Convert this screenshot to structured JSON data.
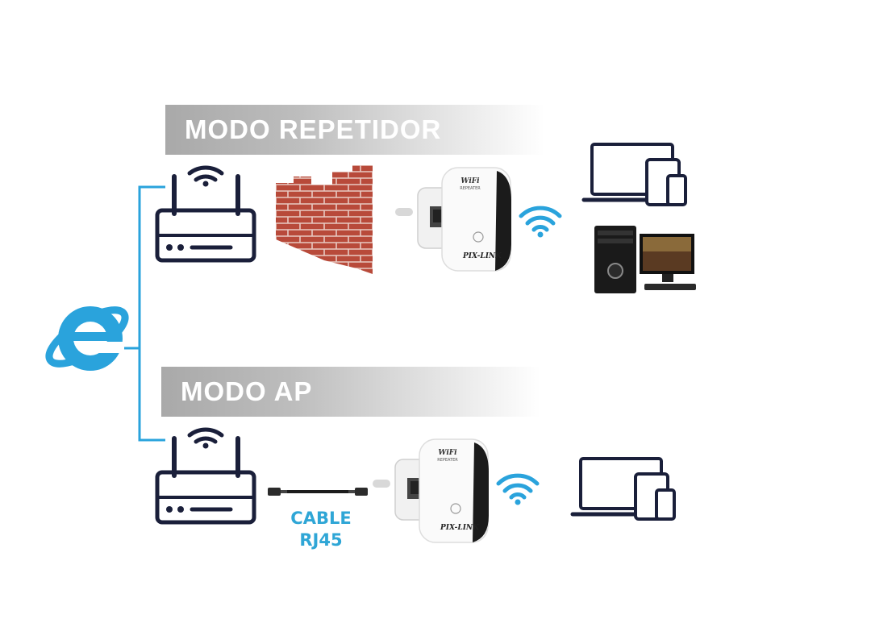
{
  "sections": [
    {
      "title": "MODO REPETIDOR"
    },
    {
      "title": "MODO AP"
    }
  ],
  "cable": {
    "line1": "CABLE",
    "line2": "RJ45"
  },
  "repeater": {
    "brand": "PIX-LINK",
    "badge": "WiFi",
    "badge_sub": "REPEATER"
  },
  "icons": {
    "internet": "internet-explorer-icon",
    "router": "router-icon",
    "wifi": "wifi-icon",
    "wall": "brick-wall-icon",
    "laptop": "laptop-icon",
    "tablet": "tablet-icon",
    "phone": "phone-icon",
    "desktop": "desktop-computer-icon"
  },
  "colors": {
    "accent": "#2fa6d6",
    "line": "#2aa3dc",
    "router": "#1a1f3a",
    "brick": "#b84a3a"
  }
}
